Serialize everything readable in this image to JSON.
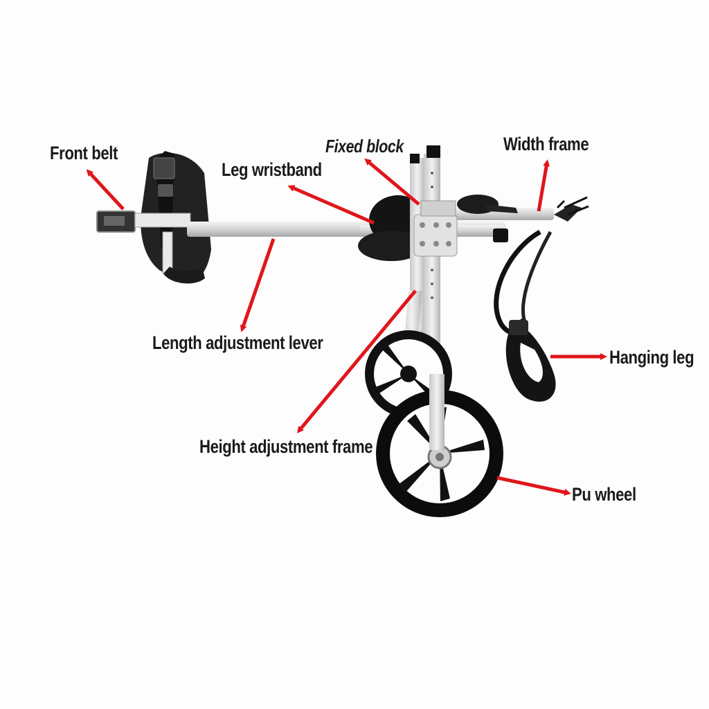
{
  "labels": {
    "front_belt": "Front belt",
    "leg_wristband": "Leg wristband",
    "fixed_block": "Fixed block",
    "width_frame": "Width frame",
    "length_adjustment_lever": "Length adjustment lever",
    "hanging_leg": "Hanging leg",
    "height_adjustment_frame": "Height adjustment frame",
    "pu_wheel": "Pu wheel"
  },
  "colors": {
    "arrow": "#e0161c",
    "text": "#1a1a1a",
    "frame": "#d9d9d9",
    "rubber": "#111111"
  }
}
